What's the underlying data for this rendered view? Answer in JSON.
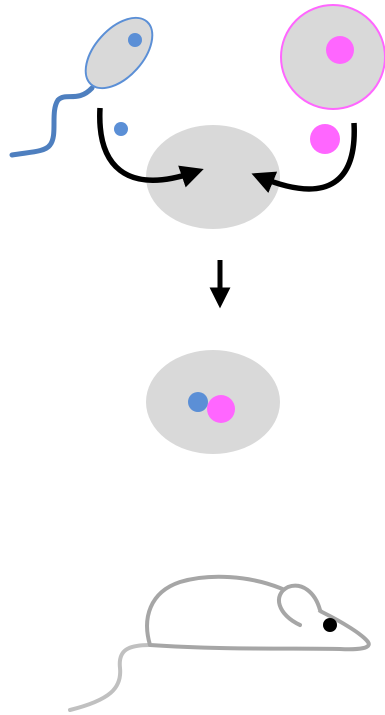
{
  "diagram": {
    "type": "schematic",
    "text": [],
    "stages": [
      {
        "name": "gametes",
        "items": [
          "sperm-cell",
          "egg-cell",
          "sperm-nucleus",
          "egg-nucleus",
          "enucleated-oocyte"
        ]
      },
      {
        "name": "transfer",
        "items": [
          "arrow-sperm-nucleus-into-oocyte",
          "arrow-egg-nucleus-into-oocyte"
        ]
      },
      {
        "name": "result",
        "items": [
          "downward-arrow",
          "reconstructed-zygote"
        ]
      },
      {
        "name": "organism",
        "items": [
          "mouse"
        ]
      }
    ]
  },
  "colors": {
    "sperm_body": "#d9d9d9",
    "sperm_outline": "#5b8fd6",
    "sperm_tail": "#4e7fbf",
    "sperm_nucleus": "#5b8fd6",
    "egg_fill": "#d9d9d9",
    "egg_outline": "#ff66ff",
    "egg_nucleus": "#ff66ff",
    "oocyte_fill": "#d9d9d9",
    "arrows": "#000000",
    "mouse_outline": "#a6a6a6",
    "mouse_tail": "#c0c0c0",
    "mouse_eye": "#000000"
  }
}
